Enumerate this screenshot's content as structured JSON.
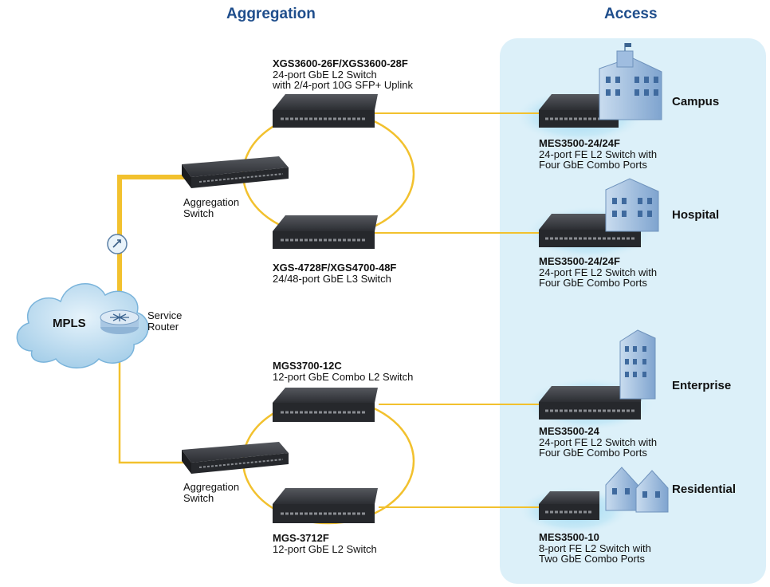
{
  "headers": {
    "aggregation": "Aggregation",
    "access": "Access"
  },
  "cloud": {
    "label": "MPLS"
  },
  "service_router": {
    "line1": "Service",
    "line2": "Router"
  },
  "aggregation_switches": [
    {
      "line1": "Aggregation",
      "line2": "Switch"
    },
    {
      "line1": "Aggregation",
      "line2": "Switch"
    }
  ],
  "core_switches": [
    {
      "model": "XGS3600-26F/XGS3600-28F",
      "desc1": "24-port GbE L2 Switch",
      "desc2": "with 2/4-port 10G SFP+ Uplink"
    },
    {
      "model": "XGS-4728F/XGS4700-48F",
      "desc1": "24/48-port GbE L3 Switch",
      "desc2": ""
    },
    {
      "model": "MGS3700-12C",
      "desc1": "12-port GbE Combo L2 Switch",
      "desc2": ""
    },
    {
      "model": "MGS-3712F",
      "desc1": "12-port GbE L2 Switch",
      "desc2": ""
    }
  ],
  "access_sites": [
    {
      "site": "Campus",
      "model": "MES3500-24/24F",
      "desc1": "24-port FE L2 Switch with",
      "desc2": "Four GbE Combo Ports"
    },
    {
      "site": "Hospital",
      "model": "MES3500-24/24F",
      "desc1": "24-port FE L2 Switch with",
      "desc2": "Four GbE Combo Ports"
    },
    {
      "site": "Enterprise",
      "model": "MES3500-24",
      "desc1": "24-port FE L2 Switch with",
      "desc2": "Four GbE Combo Ports"
    },
    {
      "site": "Residential",
      "model": "MES3500-10",
      "desc1": "8-port FE L2 Switch with",
      "desc2": "Two GbE Combo Ports"
    }
  ],
  "colors": {
    "header": "#1f4e8c",
    "link": "#f2c12e",
    "access_panel": "#dcf0f9",
    "switch": "#2a2c30"
  }
}
